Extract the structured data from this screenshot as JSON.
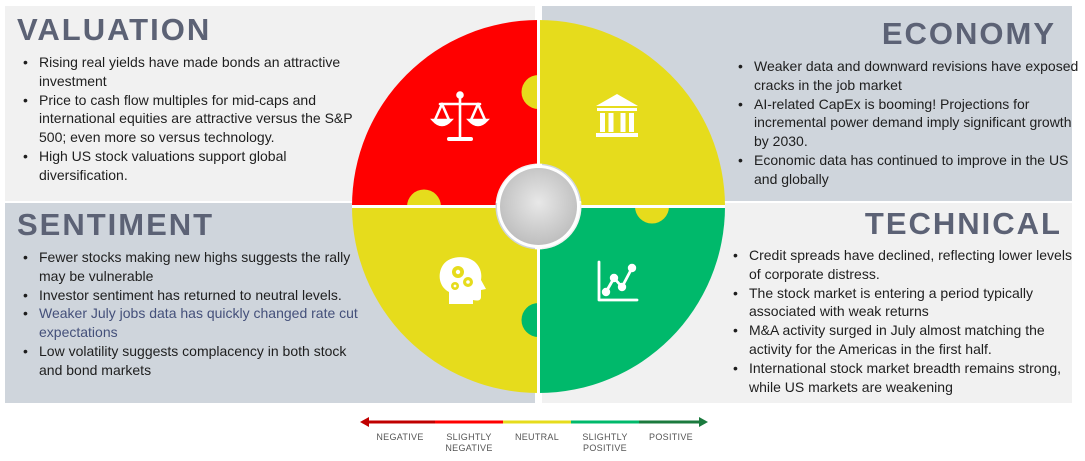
{
  "colors": {
    "negative": "#c00000",
    "slightly_negative": "#ff0000",
    "neutral": "#e6dc1c",
    "slightly_positive": "#00b96b",
    "positive": "#1b7a3e",
    "title": "#5c6275",
    "panel_light": "#f1f1f1",
    "panel_dark": "#cfd5dc"
  },
  "valuation": {
    "title": "VALUATION",
    "status": "slightly negative",
    "icon": "scales-icon",
    "bullets": [
      "Rising real yields have made bonds an attractive investment",
      "Price to cash flow multiples for mid-caps and international equities are attractive versus the S&P 500; even more so versus technology.",
      "High US stock valuations support global diversification."
    ]
  },
  "economy": {
    "title": "ECONOMY",
    "status": "neutral",
    "icon": "bank-icon",
    "bullets": [
      "Weaker data and downward revisions have exposed cracks in the job market",
      "AI-related CapEx is booming! Projections for incremental power demand imply significant growth by 2030.",
      "Economic data has continued to improve in the US and globally"
    ]
  },
  "sentiment": {
    "title": "SENTIMENT",
    "status": "neutral",
    "icon": "head-gears-icon",
    "bullets": [
      "Fewer stocks making new highs suggests the rally may be vulnerable",
      "Investor sentiment has returned to neutral levels.",
      "Weaker July jobs data has quickly changed rate cut expectations",
      "Low volatility suggests complacency in both stock and bond markets"
    ],
    "accent_bullet_index": 2
  },
  "technical": {
    "title": "TECHNICAL",
    "status": "slightly positive",
    "icon": "line-chart-icon",
    "bullets": [
      "Credit spreads have declined, reflecting lower levels of corporate distress.",
      "The stock market is entering a period typically associated with weak returns",
      "M&A activity surged in July almost matching the activity for the Americas in the first half.",
      "International stock market breadth remains strong, while US markets are weakening"
    ]
  },
  "legend": {
    "negative": "NEGATIVE",
    "slightly_negative_1": "SLIGHTLY",
    "slightly_negative_2": "NEGATIVE",
    "neutral": "NEUTRAL",
    "slightly_positive_1": "SLIGHTLY",
    "slightly_positive_2": "POSITIVE",
    "positive": "POSITIVE"
  }
}
